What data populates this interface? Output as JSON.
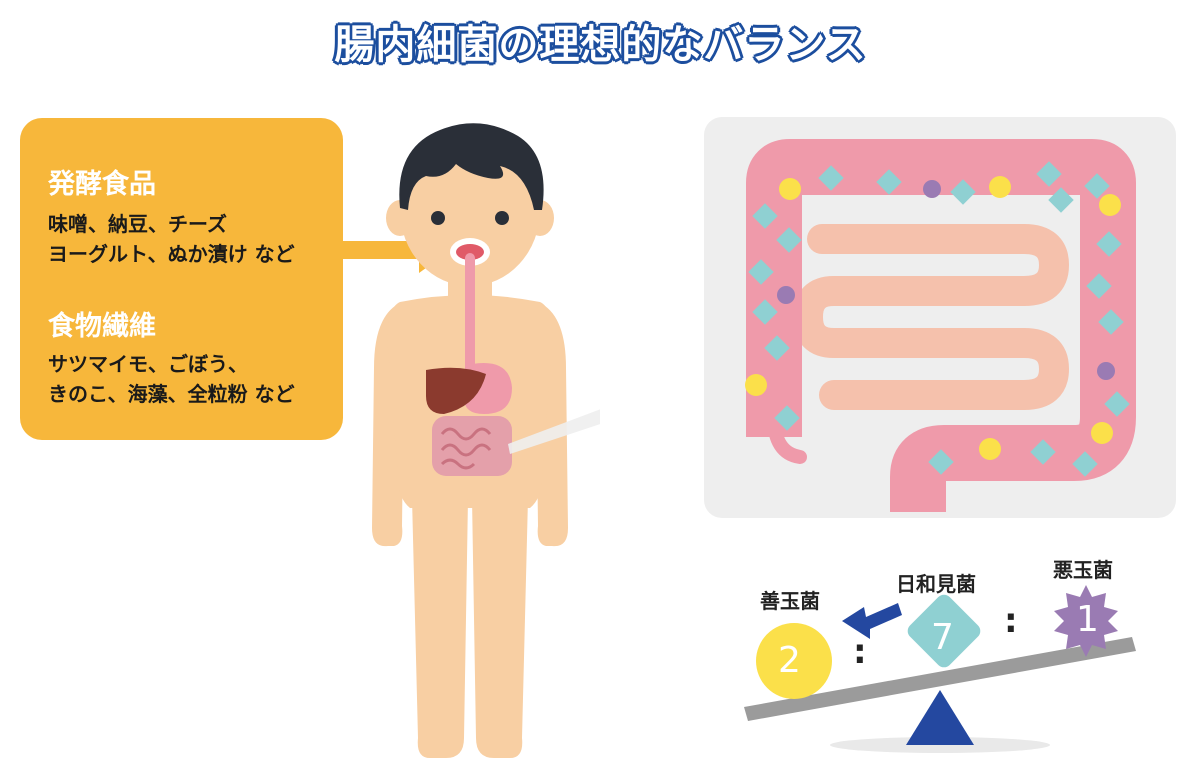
{
  "title": "腸内細菌の理想的なバランス",
  "info": {
    "fermented": {
      "heading": "発酵食品",
      "lines": [
        "味噌、納豆、チーズ",
        "ヨーグルト、ぬか漬け など"
      ]
    },
    "fiber": {
      "heading": "食物繊維",
      "lines": [
        "サツマイモ、ごぼう、",
        "きのこ、海藻、全粒粉 など"
      ]
    }
  },
  "balance": {
    "good": {
      "label": "善玉菌",
      "value": "2"
    },
    "neutral": {
      "label": "日和見菌",
      "value": "7"
    },
    "bad": {
      "label": "悪玉菌",
      "value": "1"
    },
    "separator": ":"
  },
  "colors": {
    "title_outline": "#1d4f9f",
    "info_box": "#f7b73b",
    "good": "#fbe04a",
    "neutral": "#8fd0d2",
    "bad": "#9a7bb3",
    "intestine": "#ef9aaa",
    "fulcrum": "#2448a0"
  }
}
